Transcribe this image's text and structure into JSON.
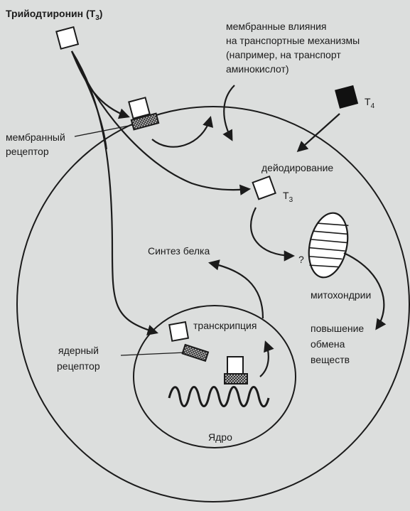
{
  "labels": {
    "title_main": "Трийодтиронин (T",
    "title_sub": "3",
    "title_close": ")",
    "membrane_effects": [
      "мембранные влияния",
      "на транспортные механизмы",
      "(например, на транспорт",
      "аминокислот)"
    ],
    "t4_main": "T",
    "t4_sub": "4",
    "membrane_receptor": [
      "мембранный",
      "рецептор"
    ],
    "deiodination": "дейодирование",
    "t3_main": "T",
    "t3_sub": "3",
    "question": "?",
    "mitochondria": "митохондрии",
    "protein_synthesis": "Синтез белка",
    "transcription": "транскрипция",
    "increase": [
      "повышение",
      "обмена",
      "веществ"
    ],
    "nuclear_receptor": [
      "ядерный",
      "рецептор"
    ],
    "nucleus": "Ядро"
  },
  "colors": {
    "background": "#dcdedd",
    "ink": "#1b1b1b",
    "box_fill": "#ffffff",
    "hatch_fill": "#777777",
    "t4_fill": "#111111"
  }
}
